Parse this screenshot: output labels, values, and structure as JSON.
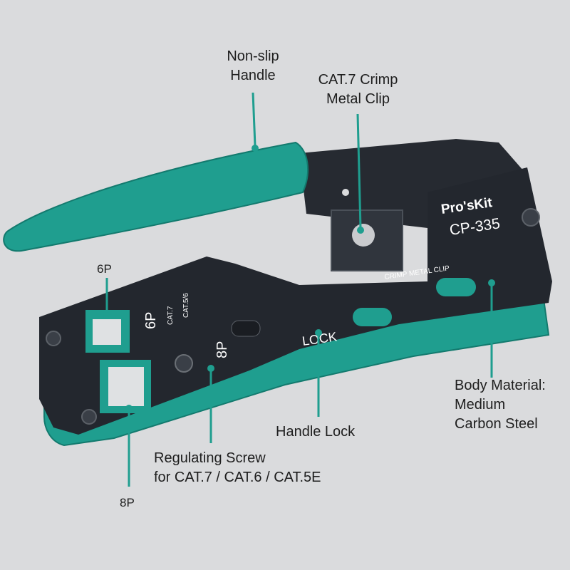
{
  "labels": {
    "handle": [
      "Non-slip",
      "Handle"
    ],
    "clip": [
      "CAT.7 Crimp",
      "Metal Clip"
    ],
    "p6": "6P",
    "p8": "8P",
    "body": [
      "Body Material:",
      "Medium",
      "Carbon Steel"
    ],
    "lock": "Handle Lock",
    "screw": [
      "Regulating Screw",
      "for CAT.7 / CAT.6 / CAT.5E"
    ]
  },
  "tool": {
    "brand": "Pro'sKit",
    "model": "CP-335",
    "clip_text": "CRIMP METAL CLIP",
    "lock_text": "LOCK",
    "die_6p": "6P",
    "die_8p": "8P",
    "cat7": "CAT.7",
    "cat56": "CAT.5/6"
  },
  "colors": {
    "teal": "#1f9e8f",
    "teal_dark": "#137a6e",
    "steel": "#23272e",
    "leader": "#1f9e8f",
    "background": "#dadbdd"
  }
}
